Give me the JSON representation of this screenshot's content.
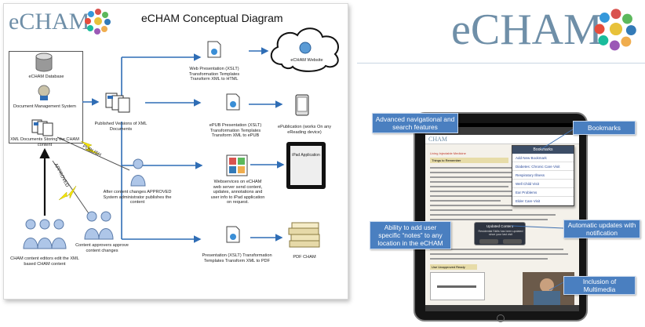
{
  "diagram": {
    "logo_text": "eCHAM",
    "title": "eCHAM Conceptual Diagram",
    "nodes": {
      "database": "eCHAM Database",
      "dms": "Document Management System",
      "xml_docs": "XML Documents Storing the CHAM content",
      "published": "Published Versions of XML Documents",
      "web_pres": "Web Presentation (XSLT) Transformation Templates Transform XML to HTML",
      "website": "eCHAM Website",
      "epub_pres": "ePUB Presentation (XSLT) Transformation Templates Transform XML to ePUB",
      "epublication": "ePublication (works On any eReading device)",
      "webservices": "Webservices on eCHAM web server send content, updates, annotations and user info to iPad application on request.",
      "ipad_app": "iPad Application",
      "pdf_pres": "Presentation (XSLT) Transformation Templates Transform XML to PDF",
      "pdf": "PDF CHAM",
      "admin": "After content changes APPROVED System administrator publishes the content",
      "approvers": "Content approvers approve content changes",
      "editors": "CHAM content editors edit the XML based CHAM content"
    },
    "edge_labels": {
      "publish": "PUBLISH",
      "approved": "APPROVED"
    }
  },
  "brand": {
    "logo_text": "eCHAM"
  },
  "ipad": {
    "app_logo": "CHAM",
    "bookmarks_panel": {
      "header": "Bookmarks",
      "items": [
        "Add New Bookmark",
        "Diabetes: Chronic Care Visit",
        "Respiratory Illness",
        "Well Child Visit",
        "Ear Problems",
        "Elder Care Visit"
      ]
    },
    "heading_red": "Living Injectable Medicine",
    "heading_things": "Things to Remember",
    "popup_title": "Updated Content",
    "popup_text": "Residential Skills has been updated since your last visit",
    "heading_card": "Use Unapproved Ready"
  },
  "callouts": {
    "nav": "Advanced navigational and search features",
    "bookmarks": "Bookmarks",
    "notes": "Ability to add user specific “notes” to any location in the eCHAM",
    "updates": "Automatic updates with notification",
    "media": "Inclusion of Multimedia"
  },
  "colors": {
    "callout_bg": "#4a7fc0",
    "logo": "#6f8fa8",
    "flow_arrow": "#2f6db5"
  }
}
